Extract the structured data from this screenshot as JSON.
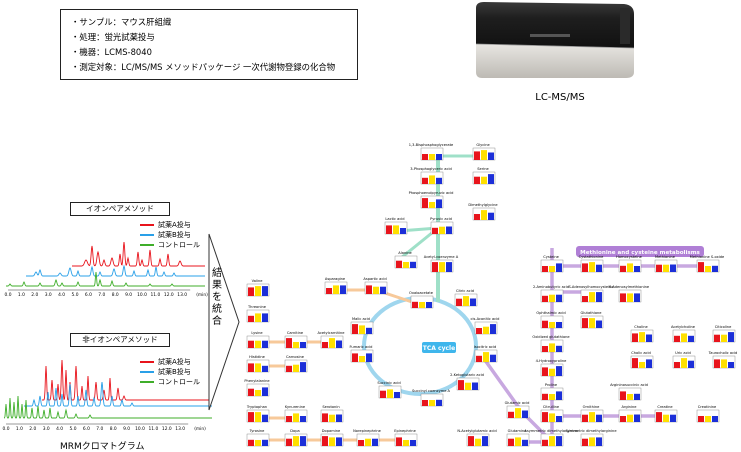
{
  "info": {
    "lines": [
      "・サンプル：マウス肝組織",
      "・処理：蛍光試薬投与",
      "・機器：LCMS-8040",
      "・測定対象：LC/MS/MS メソッドパッケージ 一次代謝物登録の化合物"
    ]
  },
  "instrument": {
    "label": "LC-MS/MS"
  },
  "chromatograms": [
    {
      "title": "イオンペアメソッド",
      "legend": [
        "試薬A投与",
        "試薬B投与",
        "コントロール"
      ],
      "ticks": [
        "0.0",
        "1.0",
        "2.0",
        "3.0",
        "4.0",
        "5.0",
        "6.0",
        "7.0",
        "8.0",
        "9.0",
        "10.0",
        "11.0",
        "12.0",
        "13.0"
      ],
      "unit": "(min)"
    },
    {
      "title": "非イオンペアメソッド",
      "legend": [
        "試薬A投与",
        "試薬B投与",
        "コントロール"
      ],
      "ticks": [
        "0.0",
        "1.0",
        "2.0",
        "3.0",
        "4.0",
        "5.0",
        "6.0",
        "7.0",
        "8.0",
        "9.0",
        "10.0",
        "11.0",
        "12.0",
        "13.0"
      ],
      "unit": "(min)"
    }
  ],
  "caption": "MRMクロマトグラム",
  "integrate": [
    "結",
    "果",
    "を",
    "統",
    "合"
  ],
  "colors": {
    "red": "#e8141c",
    "yellow": "#ffe000",
    "blue": "#1c2fd8",
    "sky": "#2aa0e8",
    "green": "#3fae2a",
    "tca": "#9fd6ee",
    "gly": "#9fe0c8",
    "met": "#c8a8e0",
    "aa": "#f7c99a"
  },
  "pathway": {
    "methionine_title": "Methionine and cysteine metabolisms",
    "tca_title": "TCA cycle",
    "nodes": [
      {
        "l": "1,3-Bisphosphoglycerate"
      },
      {
        "l": "Glycine"
      },
      {
        "l": "3-Phosphoglyceric acid"
      },
      {
        "l": "Serine"
      },
      {
        "l": "Phosphoenolpyruvic acid"
      },
      {
        "l": "Dimethylglycine"
      },
      {
        "l": "Lactic acid"
      },
      {
        "l": "Pyruvic acid"
      },
      {
        "l": "Alanine"
      },
      {
        "l": "Acetyl-coenzyme A"
      },
      {
        "l": "Asparagine"
      },
      {
        "l": "Aspartic acid"
      },
      {
        "l": "Oxaloacetate"
      },
      {
        "l": "Citric acid"
      },
      {
        "l": "Malic acid"
      },
      {
        "l": "cis-Aconitic acid"
      },
      {
        "l": "Fumaric acid"
      },
      {
        "l": "Isocitric acid"
      },
      {
        "l": "Succinic acid"
      },
      {
        "l": "2-Ketoglutaric acid"
      },
      {
        "l": "Succinyl coenzyme A"
      },
      {
        "l": "Valine"
      },
      {
        "l": "Threonine"
      },
      {
        "l": "Lysine"
      },
      {
        "l": "Carnitine"
      },
      {
        "l": "Acetylcarnitine"
      },
      {
        "l": "Histidine"
      },
      {
        "l": "Carnosine"
      },
      {
        "l": "Phenylalanine"
      },
      {
        "l": "Tryptophan"
      },
      {
        "l": "Kynurenine"
      },
      {
        "l": "Serotonin"
      },
      {
        "l": "Tyrosine"
      },
      {
        "l": "Dopa"
      },
      {
        "l": "Dopamine"
      },
      {
        "l": "Norepinephrine"
      },
      {
        "l": "Epinephrine"
      },
      {
        "l": "Glutamic acid"
      },
      {
        "l": "Glutamine"
      },
      {
        "l": "N-Acetylglutamic acid"
      },
      {
        "l": "Cysteine"
      },
      {
        "l": "Cystathionine"
      },
      {
        "l": "Homocysteine"
      },
      {
        "l": "Methionine"
      },
      {
        "l": "Methionine S-oxide"
      },
      {
        "l": "S-Adenosylhomocysteine"
      },
      {
        "l": "S-Adenosylmethionine"
      },
      {
        "l": "2-Aminobutyric acid"
      },
      {
        "l": "Ophthalmic acid"
      },
      {
        "l": "Glutathione"
      },
      {
        "l": "Oxidized glutathione"
      },
      {
        "l": "4-Hydroxyproline"
      },
      {
        "l": "Proline"
      },
      {
        "l": "Ornithine"
      },
      {
        "l": "Citrulline"
      },
      {
        "l": "Arginine"
      },
      {
        "l": "Argininosuccinic acid"
      },
      {
        "l": "Asymmetric dimethylarginine"
      },
      {
        "l": "Symmetric dimethylarginine"
      },
      {
        "l": "Creatine"
      },
      {
        "l": "Creatinine"
      },
      {
        "l": "Choline"
      },
      {
        "l": "Acetylcholine"
      },
      {
        "l": "Citicoline"
      },
      {
        "l": "Cholic acid"
      },
      {
        "l": "Uric acid"
      },
      {
        "l": "Taurocholic acid"
      }
    ]
  }
}
